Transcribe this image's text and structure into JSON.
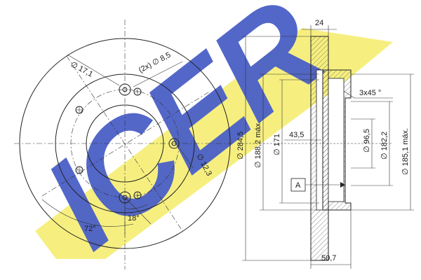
{
  "logo": {
    "text": "ICER",
    "color": "#4a5fc7",
    "band_color": "#f4ec6a"
  },
  "dimensions": {
    "top_width": "24",
    "bolt_circle": "∅ 17,1",
    "holes": "(2x) ∅ 8,5",
    "pin_hole": "∅ 12,3",
    "angle_72": "72°",
    "angle_18": "18°",
    "outer_dia": "∅ 284,5",
    "dia_188": "∅ 188,2 máx.",
    "dia_171": "∅ 171",
    "offset": "43,5",
    "chamfer": "3x45 °",
    "dia_96": "∅ 96,5",
    "dia_182": "∅ 182,2",
    "dia_185": "∅ 185,1 máx.",
    "height": "50,7",
    "datum": "A"
  },
  "colors": {
    "line": "#222222",
    "text": "#1a1a1a"
  }
}
